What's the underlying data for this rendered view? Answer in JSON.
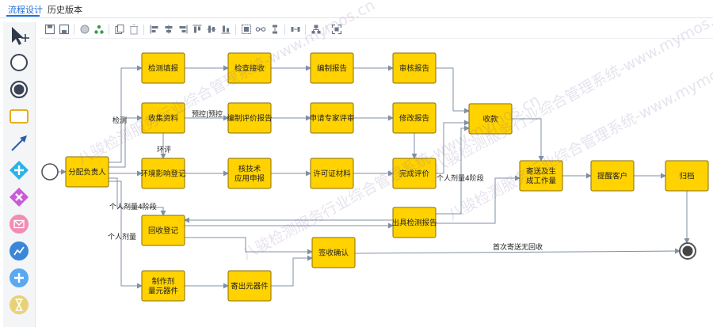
{
  "tabs": [
    {
      "label": "流程设计",
      "active": true
    },
    {
      "label": "历史版本",
      "active": false
    }
  ],
  "palette": [
    {
      "name": "select-tool",
      "icon": "pointer-move-icon"
    },
    {
      "name": "start-event-tool",
      "icon": "start-circle-icon"
    },
    {
      "name": "end-event-tool",
      "icon": "end-circle-icon"
    },
    {
      "name": "task-tool",
      "icon": "rectangle-icon"
    },
    {
      "name": "connector-tool",
      "icon": "arrow-icon"
    },
    {
      "name": "parallel-gateway-tool",
      "icon": "plus-diamond-icon"
    },
    {
      "name": "exclusive-gateway-tool",
      "icon": "x-diamond-icon"
    },
    {
      "name": "message-tool",
      "icon": "envelope-icon"
    },
    {
      "name": "signal-tool",
      "icon": "lightning-icon"
    },
    {
      "name": "inclusive-tool",
      "icon": "plus-circle-icon"
    },
    {
      "name": "timer-tool",
      "icon": "hourglass-icon"
    }
  ],
  "toolbar": [
    "save-icon",
    "save-as-icon",
    "circle-icon",
    "tree-icon",
    "copy-icon",
    "delete-icon",
    "align-left-icon",
    "align-center-icon",
    "align-right-icon",
    "align-top-icon",
    "align-middle-icon",
    "align-bottom-icon",
    "group-icon",
    "chain-icon",
    "vertical-distribute-icon",
    "horizontal-distribute-icon",
    "hierarchy-icon",
    "fit-screen-icon"
  ],
  "colors": {
    "task_fill": "#ffd200",
    "task_stroke": "#8a6d00",
    "edge": "#7f8fa6",
    "accent": "#1e6fd9",
    "start_stroke": "#555555",
    "end_stroke": "#555555"
  },
  "nodes": {
    "assign": {
      "label": [
        "分配负责人"
      ]
    },
    "detect_report": {
      "label": [
        "检测填报"
      ]
    },
    "check_receive": {
      "label": [
        "检查接收"
      ]
    },
    "compile_report": {
      "label": [
        "编制报告"
      ]
    },
    "review_report": {
      "label": [
        "审核报告"
      ]
    },
    "collect_data": {
      "label": [
        "收集资料"
      ]
    },
    "compile_eval": {
      "label": [
        "编制评价报告"
      ]
    },
    "expert_review": {
      "label": [
        "申请专家评审"
      ]
    },
    "revise_report": {
      "label": [
        "修改报告"
      ]
    },
    "collect_fee": {
      "label": [
        "收款"
      ]
    },
    "env_register": {
      "label": [
        "环境影响登记"
      ]
    },
    "nuclear_apply": {
      "label": [
        "核技术",
        "应用申报"
      ]
    },
    "license_material": {
      "label": [
        "许可证材料"
      ]
    },
    "finish_eval": {
      "label": [
        "完成评价"
      ]
    },
    "send_workload": {
      "label": [
        "寄送及生",
        "成工作量"
      ]
    },
    "remind_customer": {
      "label": [
        "提醒客户"
      ]
    },
    "archive": {
      "label": [
        "归档"
      ]
    },
    "recycle_register": {
      "label": [
        "回收登记"
      ]
    },
    "issue_report": {
      "label": [
        "出具检测报告"
      ]
    },
    "sign_confirm": {
      "label": [
        "签收确认"
      ]
    },
    "make_dosimeter": {
      "label": [
        "制作剂",
        "量元器件"
      ]
    },
    "send_component": {
      "label": [
        "寄出元器件"
      ]
    }
  },
  "edge_labels": {
    "detect": "检测",
    "pre_control": "预控|预控",
    "env_eval": "环评",
    "dose_stage4_left": "个人剂量4阶段",
    "dose": "个人剂量",
    "dose_stage4_right": "个人剂量4阶段",
    "first_send_no_recycle": "首次寄送无回收"
  },
  "watermark": "八骏检测服务行业综合管理系统-www.mymos.cn"
}
